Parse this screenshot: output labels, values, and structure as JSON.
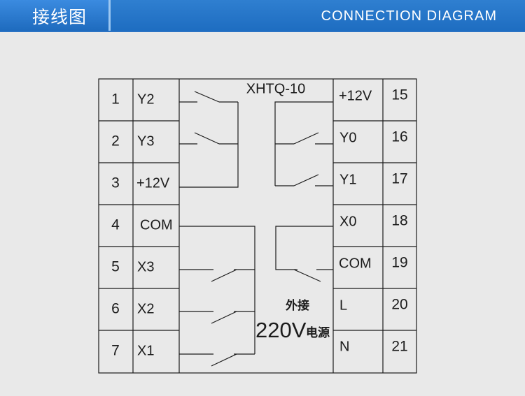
{
  "header": {
    "title_cn": "接线图",
    "title_en": "CONNECTION  DIAGRAM"
  },
  "diagram": {
    "model": "XHTQ-10",
    "left_terminals": [
      {
        "num": "1",
        "label": "Y2"
      },
      {
        "num": "2",
        "label": "Y3"
      },
      {
        "num": "3",
        "label": "+12V"
      },
      {
        "num": "4",
        "label": "COM"
      },
      {
        "num": "5",
        "label": "X3"
      },
      {
        "num": "6",
        "label": "X2"
      },
      {
        "num": "7",
        "label": "X1"
      }
    ],
    "right_terminals": [
      {
        "label": "+12V",
        "num": "15"
      },
      {
        "label": "Y0",
        "num": "16"
      },
      {
        "label": "Y1",
        "num": "17"
      },
      {
        "label": "X0",
        "num": "18"
      },
      {
        "label": "COM",
        "num": "19"
      },
      {
        "label": "L",
        "num": "20"
      },
      {
        "label": "N",
        "num": "21"
      }
    ],
    "power_note_line1": "外接",
    "power_voltage": "220V",
    "power_word": "电源"
  },
  "colors": {
    "header_blue": "#1e6dc1",
    "background": "#e9e9e9",
    "line": "#1c1c1c"
  }
}
